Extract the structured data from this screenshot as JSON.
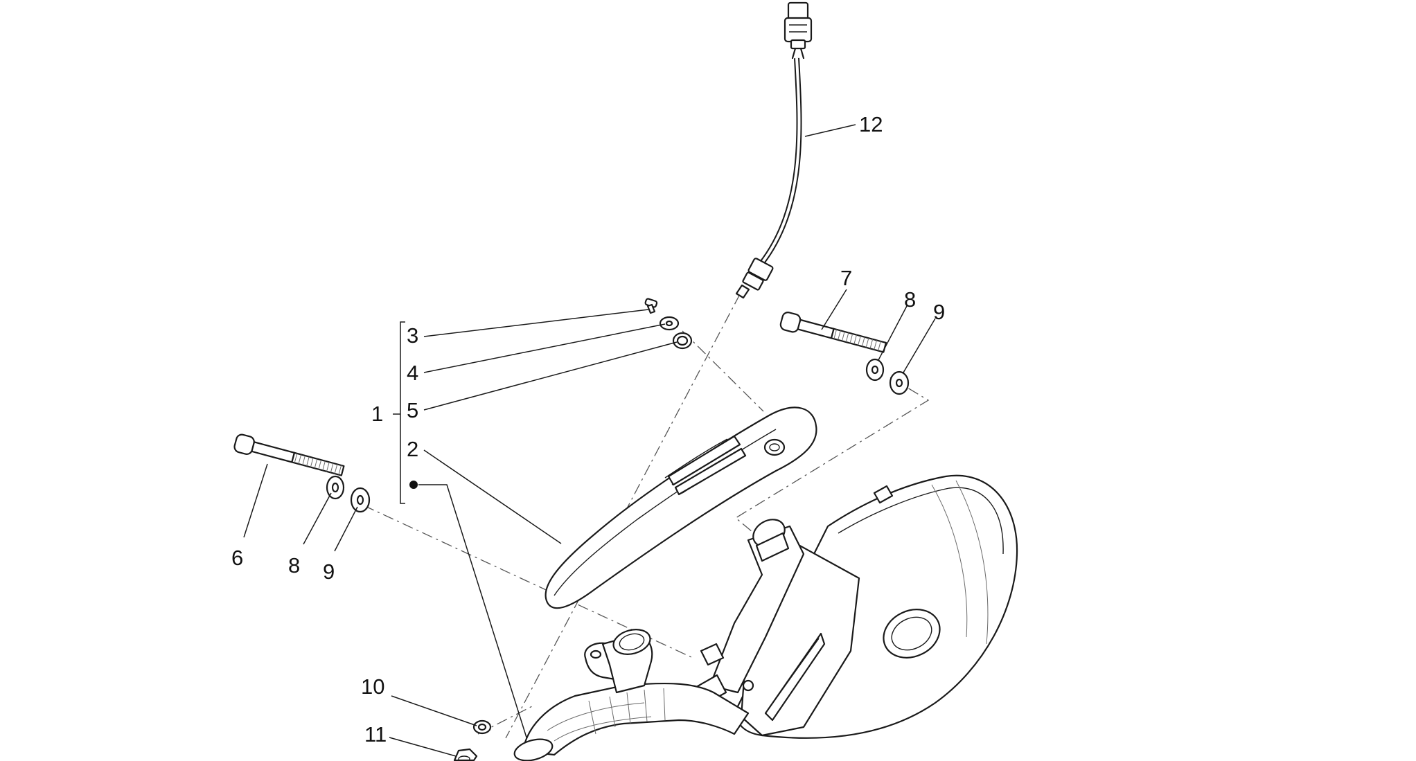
{
  "callouts": {
    "c1": "1",
    "c2": "2",
    "c3": "3",
    "c4": "4",
    "c5": "5",
    "c6": "6",
    "c7": "7",
    "c8a": "8",
    "c8b": "8",
    "c9a": "9",
    "c9b": "9",
    "c10": "10",
    "c11": "11",
    "c12": "12"
  },
  "icons": {
    "kit_marker": "filled-dot-icon"
  },
  "colors": {
    "line": "#1a1a1a",
    "background": "#ffffff"
  }
}
